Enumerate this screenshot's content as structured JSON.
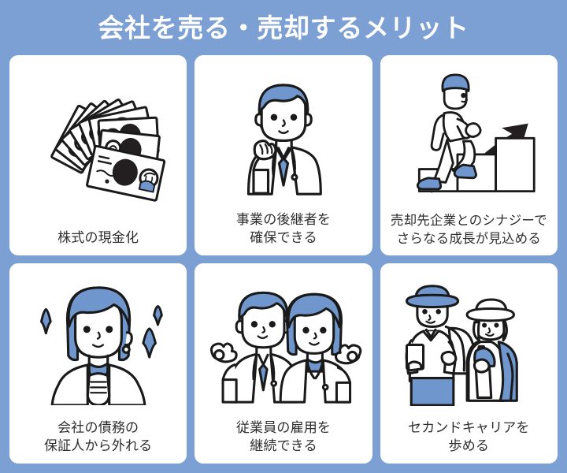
{
  "header": {
    "title": "会社を売る・売却するメリット",
    "title_color": "#ffffff",
    "background_color": "#7c9fd4"
  },
  "theme": {
    "background": "#7c9fd4",
    "card_background": "#ffffff",
    "accent_blue": "#6f97cd",
    "ink": "#1a1a1a",
    "label_color": "#2e2e2e"
  },
  "cards": [
    {
      "id": "cash-out-shares",
      "label": "株式の現金化",
      "icon_name": "fan-of-banknotes-icon",
      "row": 1,
      "column": 1
    },
    {
      "id": "secure-successor",
      "label": "事業の後継者を\n確保できる",
      "icon_name": "businessman-raised-fist-icon",
      "row": 1,
      "column": 2
    },
    {
      "id": "synergy-growth",
      "label": "売却先企業とのシナジーで\nさらなる成長が見込める",
      "icon_name": "person-climbing-stairs-growth-arrow-icon",
      "row": 1,
      "column": 3
    },
    {
      "id": "released-from-guarantee",
      "label": "会社の債務の\n保証人から外れる",
      "icon_name": "relieved-woman-sparkles-icon",
      "row": 2,
      "column": 1
    },
    {
      "id": "continue-employment",
      "label": "従業員の雇用を\n継続できる",
      "icon_name": "two-employees-ok-gesture-icon",
      "row": 2,
      "column": 2
    },
    {
      "id": "second-career",
      "label": "セカンドキャリアを\n歩める",
      "icon_name": "senior-couple-travel-icon",
      "row": 2,
      "column": 3
    }
  ]
}
